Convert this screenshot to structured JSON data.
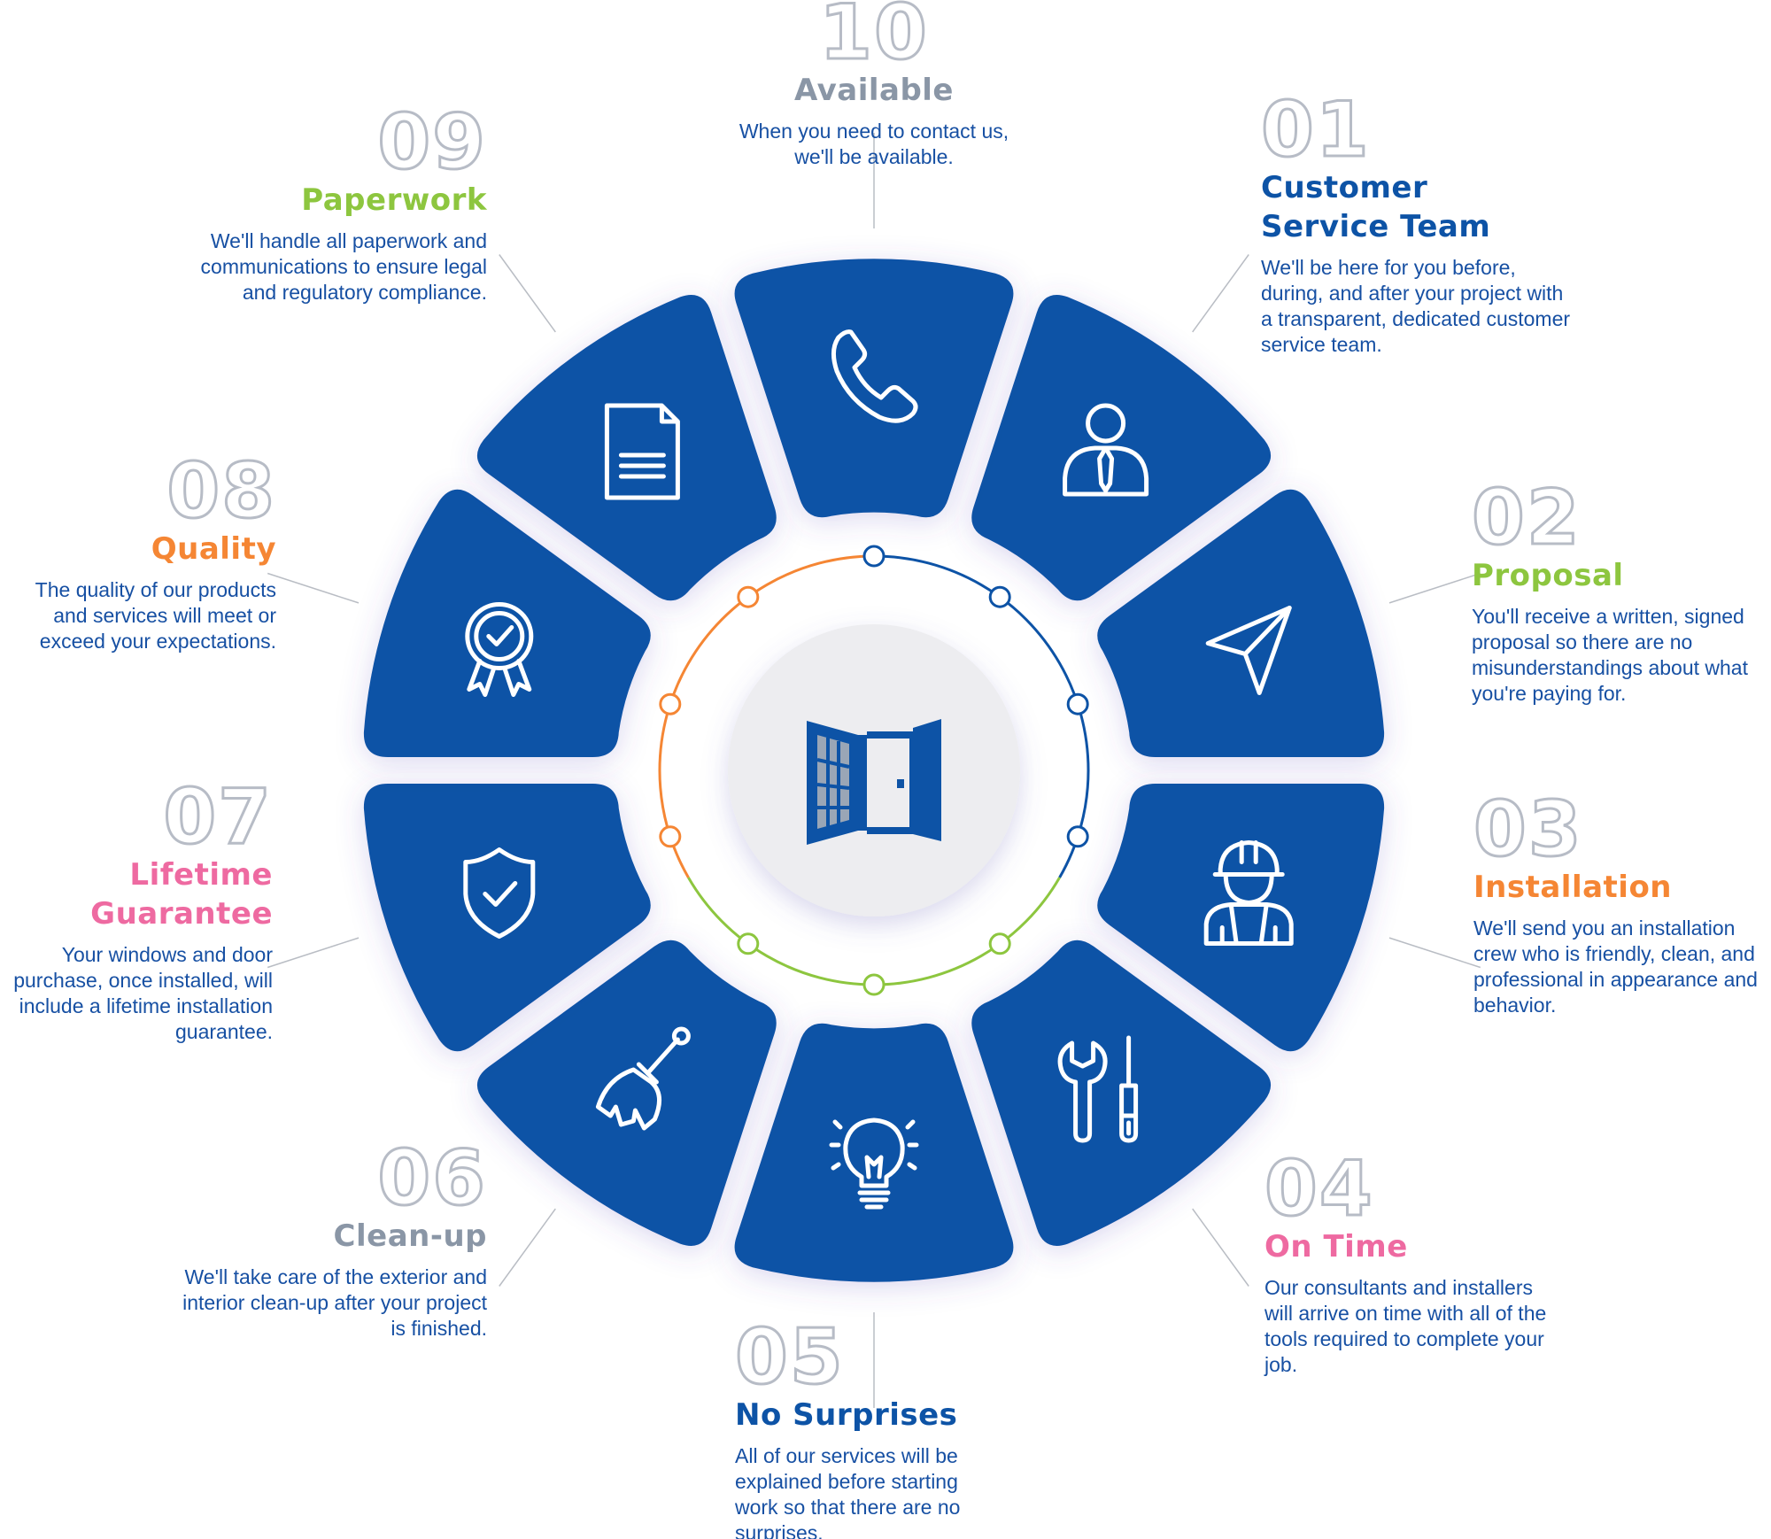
{
  "colors": {
    "wheel": "#0d53a6",
    "icon_stroke": "#ffffff",
    "number_outline": "#b7bcc6",
    "connector": "#b9bdc4",
    "description": "#1750a3",
    "hub_bg": "#ededf0",
    "ring_orange": "#f58634",
    "ring_blue": "#0d53a6",
    "ring_green": "#8dc63f"
  },
  "hub": {
    "icon": "open-window-door-icon"
  },
  "steps": [
    {
      "number": "01",
      "title_lines": [
        "Customer",
        "Service Team"
      ],
      "title_color": "#0d53a6",
      "description": "We'll be here for you before, during, and after your project with a transparent, dedicated customer service team.",
      "icon": "customer-service-person-icon"
    },
    {
      "number": "02",
      "title_lines": [
        "Proposal"
      ],
      "title_color": "#8dc63f",
      "description": "You'll receive a written, signed proposal so there are no misunderstandings about what you're paying for.",
      "icon": "paper-plane-icon"
    },
    {
      "number": "03",
      "title_lines": [
        "Installation"
      ],
      "title_color": "#f58634",
      "description": "We'll send you an installation crew who is friendly, clean, and professional in appearance and behavior.",
      "icon": "construction-worker-icon"
    },
    {
      "number": "04",
      "title_lines": [
        "On Time"
      ],
      "title_color": "#ee6aa1",
      "description": "Our consultants and installers will arrive on time with all of the tools required to complete your job.",
      "icon": "wrench-screwdriver-icon"
    },
    {
      "number": "05",
      "title_lines": [
        "No Surprises"
      ],
      "title_color": "#0d53a6",
      "description": "All of our services will be explained before starting work so that there are no surprises.",
      "icon": "light-bulb-icon"
    },
    {
      "number": "06",
      "title_lines": [
        "Clean-up"
      ],
      "title_color": "#8a96a6",
      "description": "We'll take care of the exterior and interior clean-up after your project is finished.",
      "icon": "broom-icon"
    },
    {
      "number": "07",
      "title_lines": [
        "Lifetime",
        "Guarantee"
      ],
      "title_color": "#ee6aa1",
      "description": "Your windows and door purchase, once installed, will include a lifetime installation guarantee.",
      "icon": "shield-check-icon"
    },
    {
      "number": "08",
      "title_lines": [
        "Quality"
      ],
      "title_color": "#f58634",
      "description": "The quality of our products and services will meet or exceed your expectations.",
      "icon": "award-ribbon-icon"
    },
    {
      "number": "09",
      "title_lines": [
        "Paperwork"
      ],
      "title_color": "#8dc63f",
      "description": "We'll handle all paperwork and communications to ensure legal and regulatory compliance.",
      "icon": "document-icon"
    },
    {
      "number": "10",
      "title_lines": [
        "Available"
      ],
      "title_color": "#8a96a6",
      "description": "When you need to contact us, we'll be available.",
      "icon": "phone-icon"
    }
  ]
}
